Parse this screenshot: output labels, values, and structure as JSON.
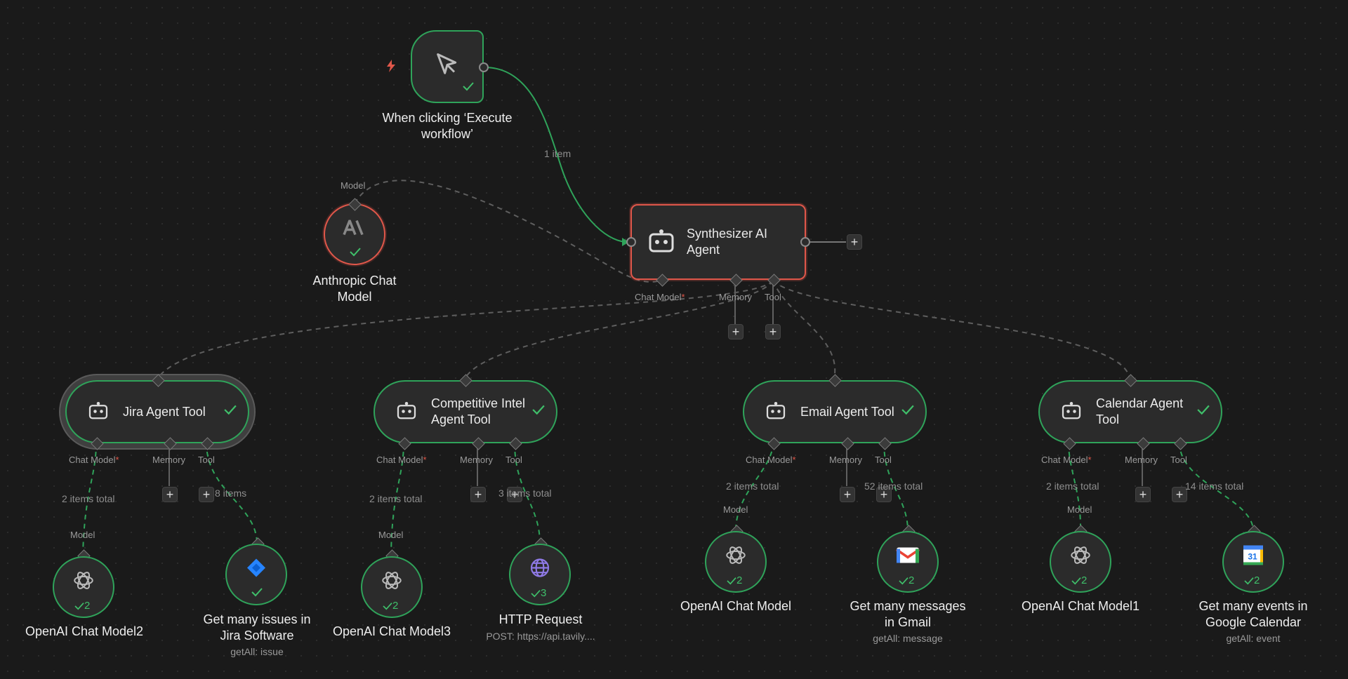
{
  "trigger": {
    "label": "When clicking ‘Execute workflow’",
    "icon": "cursor-icon",
    "accent": "#e0574a"
  },
  "trigger_edge": {
    "label": "1 item"
  },
  "agent": {
    "title": "Synthesizer AI Agent",
    "icon": "robot-icon",
    "ports": {
      "chat_model": "Chat Model",
      "required_mark": "*",
      "memory": "Memory",
      "tool": "Tool"
    }
  },
  "anthropic": {
    "label": "Anthropic Chat Model",
    "port": "Model",
    "icon": "anthropic-logo"
  },
  "common": {
    "plus": "+",
    "chat_model": "Chat Model",
    "memory": "Memory",
    "tool": "Tool",
    "model": "Model",
    "required_mark": "*"
  },
  "tools": [
    {
      "title": "Jira Agent Tool",
      "model_edge": "2 items total",
      "tool_edge": "8 items",
      "model_node": {
        "label": "OpenAI Chat Model2",
        "count": "2"
      },
      "tool_node": {
        "label": "Get many issues in Jira Software",
        "sub": "getAll: issue",
        "count": ""
      }
    },
    {
      "title": "Competitive Intel Agent Tool",
      "model_edge": "2 items total",
      "tool_edge": "3 items total",
      "model_node": {
        "label": "OpenAI Chat Model3",
        "count": "2"
      },
      "tool_node": {
        "label": "HTTP Request",
        "sub": "POST: https://api.tavily....",
        "count": "3"
      }
    },
    {
      "title": "Email Agent Tool",
      "model_edge": "2 items total",
      "tool_edge": "52 items total",
      "model_node": {
        "label": "OpenAI Chat Model",
        "count": "2"
      },
      "tool_node": {
        "label": "Get many messages in Gmail",
        "sub": "getAll: message",
        "count": "2"
      }
    },
    {
      "title": "Calendar Agent Tool",
      "model_edge": "2 items total",
      "tool_edge": "14 items total",
      "model_node": {
        "label": "OpenAI Chat Model1",
        "count": "2"
      },
      "tool_node": {
        "label": "Get many events in Google Calendar",
        "sub": "getAll: event",
        "count": "2",
        "calendar_day": "31"
      }
    }
  ],
  "colors": {
    "success": "#2fa35a",
    "error": "#e0574a",
    "edge": "#6e6e6e"
  }
}
